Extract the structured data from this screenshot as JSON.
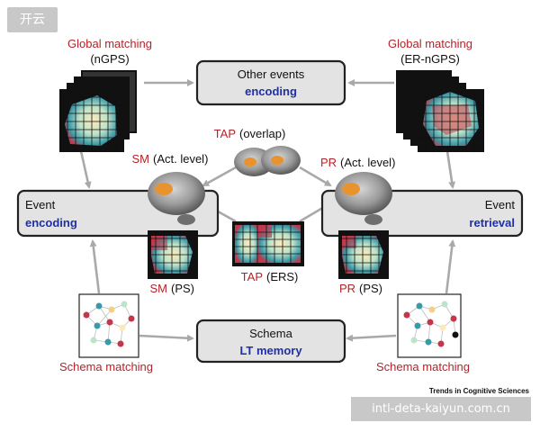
{
  "watermark_top": "开云",
  "watermark_bottom": "intl-deta-kaiyun.com.cn",
  "credit": "Trends in Cognitive Sciences",
  "colors": {
    "label_red": "#b4232a",
    "label_blue": "#1f2fa8",
    "box_fill": "#e3e3e3",
    "arrow": "#a9a9a9"
  },
  "boxes": {
    "other_events": {
      "line1": "Other events",
      "line2": "encoding"
    },
    "event_encoding": {
      "line1": "Event",
      "line2": "encoding"
    },
    "event_retrieval": {
      "line1": "Event",
      "line2": "retrieval"
    },
    "schema": {
      "line1": "Schema",
      "line2": "LT memory"
    }
  },
  "labels": {
    "global_left_1": "Global matching",
    "global_left_2": "(nGPS)",
    "global_right_1": "Global matching",
    "global_right_2": "(ER-nGPS)",
    "tap_overlap_a": "TAP",
    "tap_overlap_b": "(overlap)",
    "sm_act_a": "SM",
    "sm_act_b": "(Act. level)",
    "pr_act_a": "PR",
    "pr_act_b": "(Act. level)",
    "sm_ps_a": "SM",
    "sm_ps_b": "(PS)",
    "tap_ers_a": "TAP",
    "tap_ers_b": "(ERS)",
    "pr_ps_a": "PR",
    "pr_ps_b": "(PS)",
    "schema_left": "Schema matching",
    "schema_right": "Schema matching"
  }
}
